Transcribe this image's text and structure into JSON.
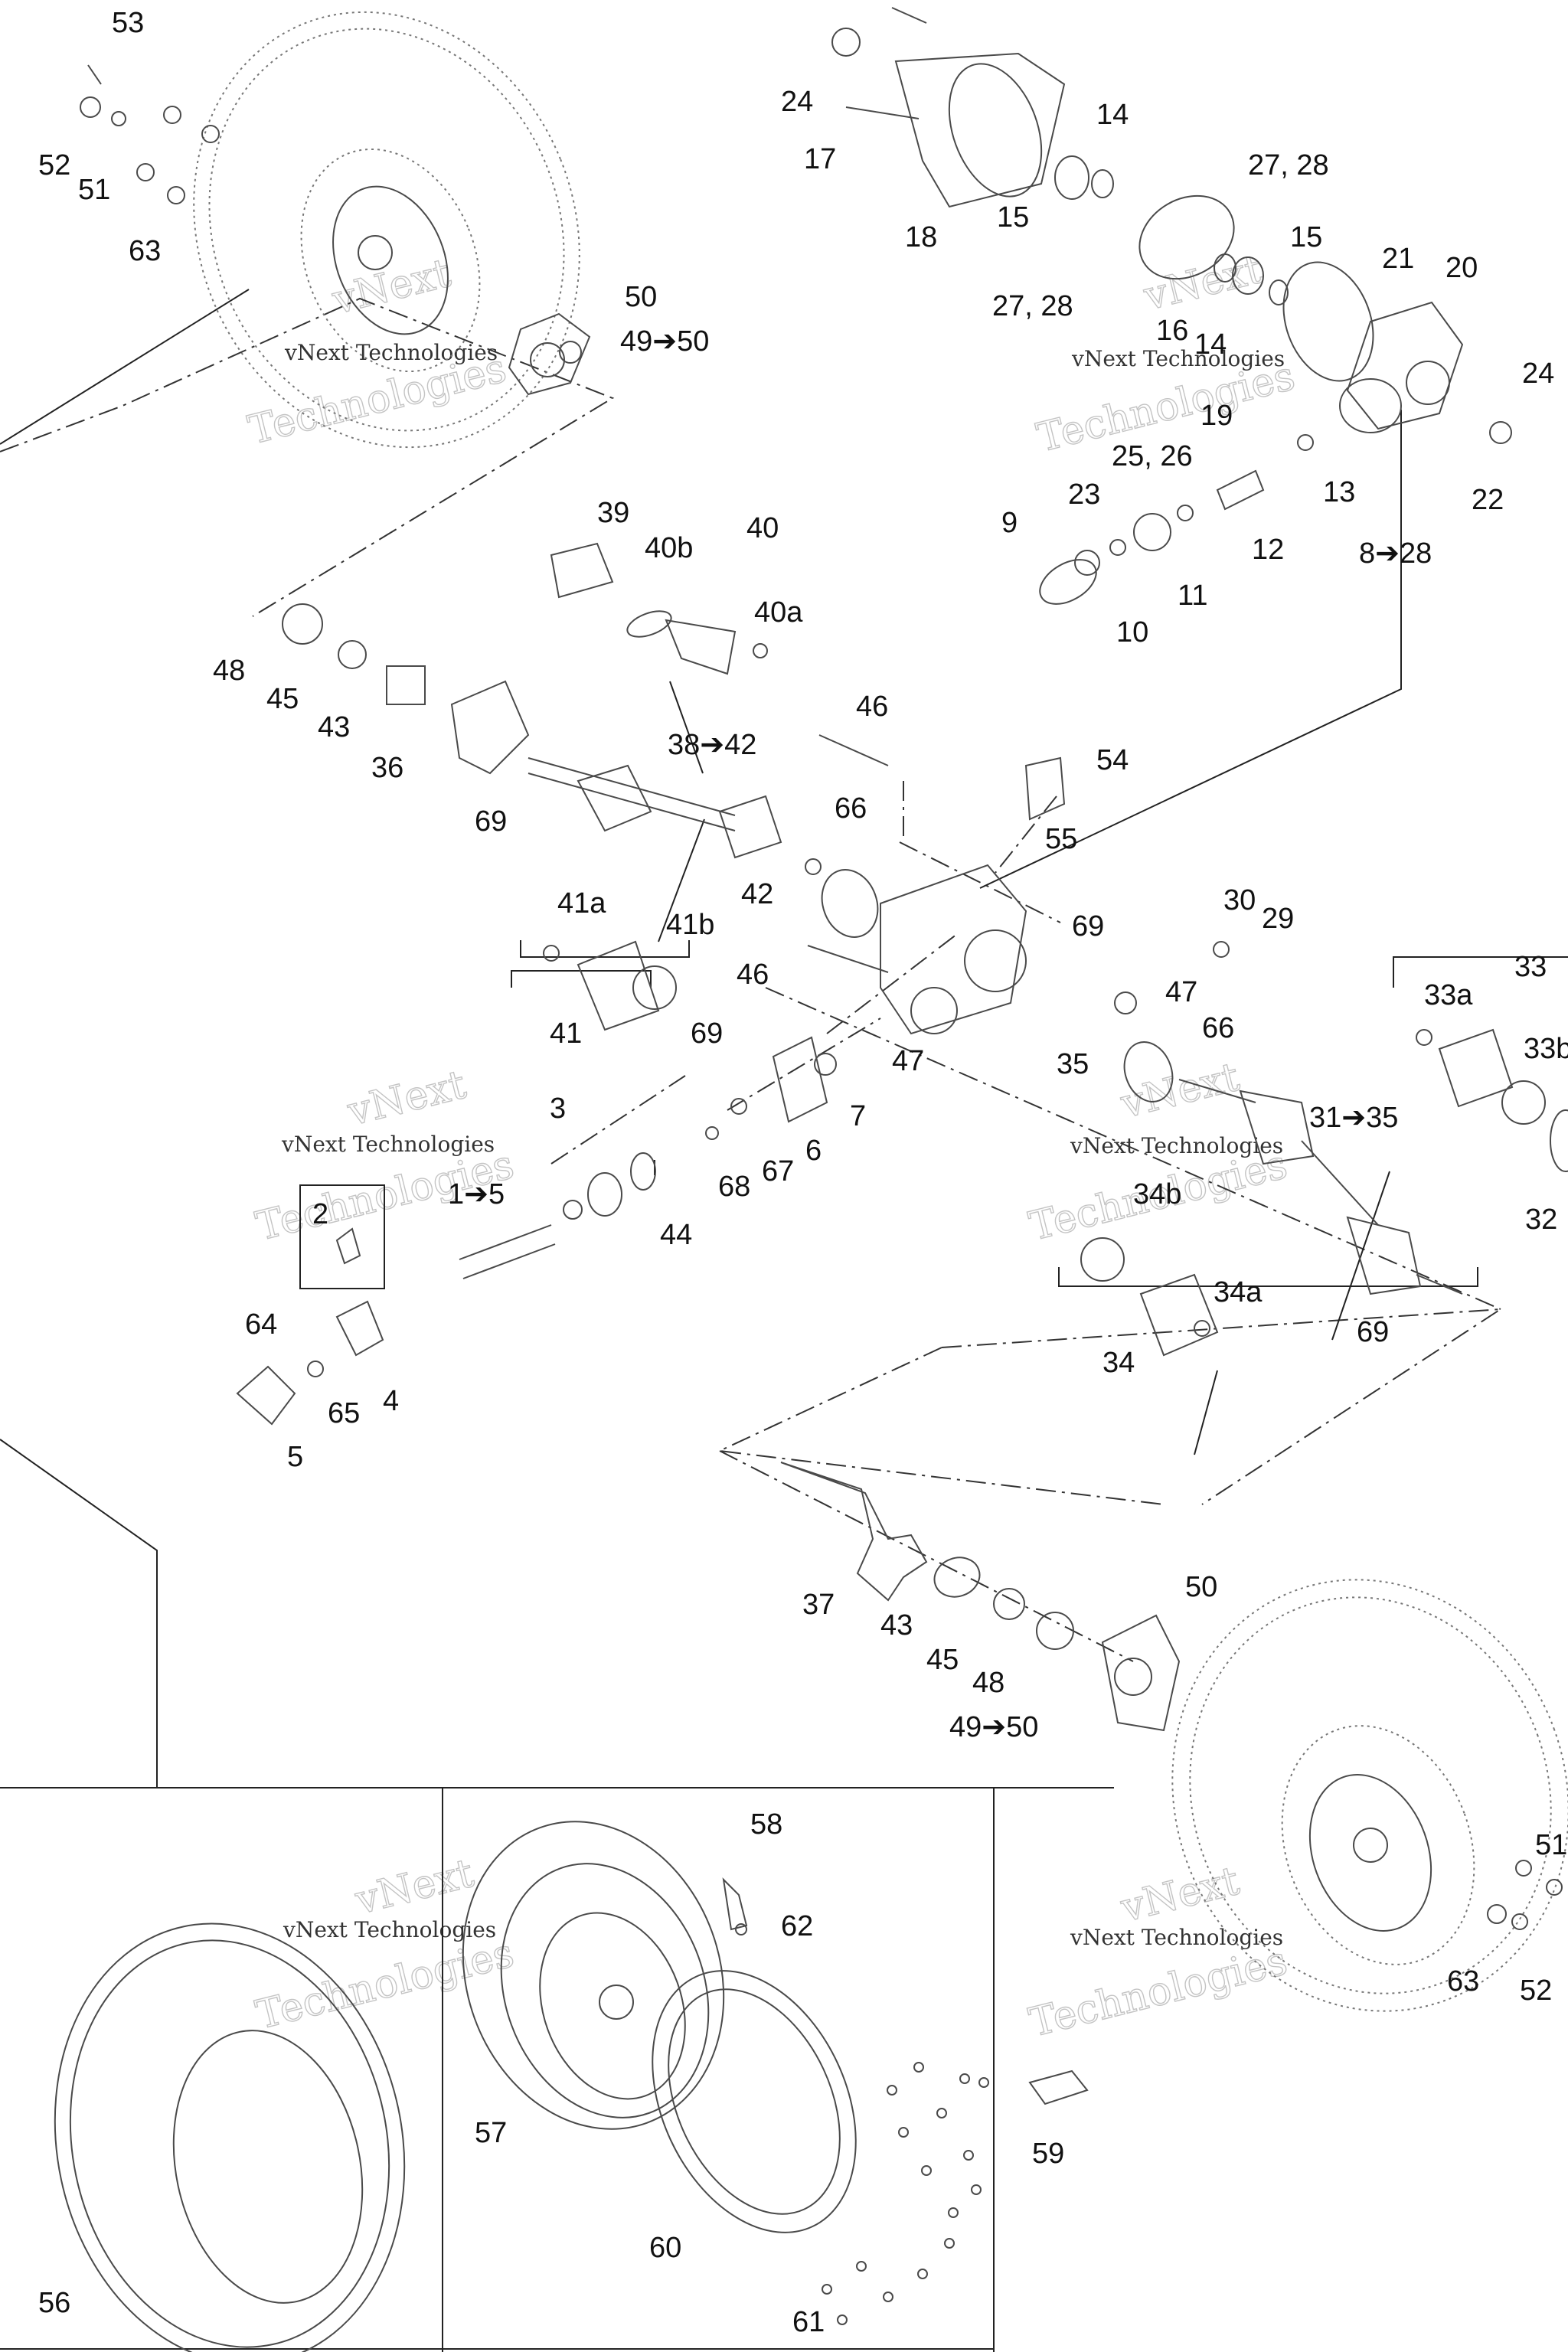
{
  "watermark": {
    "brand": "vNext",
    "company": "vNext Technologies",
    "outline": "Technologies"
  },
  "callouts": [
    {
      "id": "53",
      "text": "53"
    },
    {
      "id": "52",
      "text": "52"
    },
    {
      "id": "51",
      "text": "51"
    },
    {
      "id": "63",
      "text": "63"
    },
    {
      "id": "50",
      "text": "50"
    },
    {
      "id": "49-50",
      "text": "49➔50"
    },
    {
      "id": "24",
      "text": "24"
    },
    {
      "id": "17",
      "text": "17"
    },
    {
      "id": "18",
      "text": "18"
    },
    {
      "id": "14",
      "text": "14"
    },
    {
      "id": "15",
      "text": "15"
    },
    {
      "id": "27-28-a",
      "text": "27, 28"
    },
    {
      "id": "27-28-b",
      "text": "27, 28"
    },
    {
      "id": "15-b",
      "text": "15"
    },
    {
      "id": "16",
      "text": "16"
    },
    {
      "id": "14-b",
      "text": "14"
    },
    {
      "id": "21",
      "text": "21"
    },
    {
      "id": "20",
      "text": "20"
    },
    {
      "id": "19",
      "text": "19"
    },
    {
      "id": "24-b",
      "text": "24"
    },
    {
      "id": "25-26",
      "text": "25, 26"
    },
    {
      "id": "23",
      "text": "23"
    },
    {
      "id": "13",
      "text": "13"
    },
    {
      "id": "22",
      "text": "22"
    },
    {
      "id": "9",
      "text": "9"
    },
    {
      "id": "12",
      "text": "12"
    },
    {
      "id": "11",
      "text": "11"
    },
    {
      "id": "10",
      "text": "10"
    },
    {
      "id": "8-28",
      "text": "8➔28"
    },
    {
      "id": "39",
      "text": "39"
    },
    {
      "id": "40b",
      "text": "40b"
    },
    {
      "id": "40",
      "text": "40"
    },
    {
      "id": "40a",
      "text": "40a"
    },
    {
      "id": "48",
      "text": "48"
    },
    {
      "id": "45",
      "text": "45"
    },
    {
      "id": "43",
      "text": "43"
    },
    {
      "id": "36",
      "text": "36"
    },
    {
      "id": "69-a",
      "text": "69"
    },
    {
      "id": "38-42",
      "text": "38➔42"
    },
    {
      "id": "46",
      "text": "46"
    },
    {
      "id": "54",
      "text": "54"
    },
    {
      "id": "66",
      "text": "66"
    },
    {
      "id": "55",
      "text": "55"
    },
    {
      "id": "42",
      "text": "42"
    },
    {
      "id": "41a",
      "text": "41a"
    },
    {
      "id": "41b",
      "text": "41b"
    },
    {
      "id": "69-b",
      "text": "69"
    },
    {
      "id": "30",
      "text": "30"
    },
    {
      "id": "29",
      "text": "29"
    },
    {
      "id": "46-b",
      "text": "46"
    },
    {
      "id": "47",
      "text": "47"
    },
    {
      "id": "41",
      "text": "41"
    },
    {
      "id": "69-c",
      "text": "69"
    },
    {
      "id": "66-b",
      "text": "66"
    },
    {
      "id": "33",
      "text": "33"
    },
    {
      "id": "33a",
      "text": "33a"
    },
    {
      "id": "33b",
      "text": "33b"
    },
    {
      "id": "47-b",
      "text": "47"
    },
    {
      "id": "35",
      "text": "35"
    },
    {
      "id": "7",
      "text": "7"
    },
    {
      "id": "3",
      "text": "3"
    },
    {
      "id": "6",
      "text": "6"
    },
    {
      "id": "67",
      "text": "67"
    },
    {
      "id": "68",
      "text": "68"
    },
    {
      "id": "31-35",
      "text": "31➔35"
    },
    {
      "id": "1-5",
      "text": "1➔5"
    },
    {
      "id": "44",
      "text": "44"
    },
    {
      "id": "34b",
      "text": "34b"
    },
    {
      "id": "32",
      "text": "32"
    },
    {
      "id": "2",
      "text": "2"
    },
    {
      "id": "64",
      "text": "64"
    },
    {
      "id": "65",
      "text": "65"
    },
    {
      "id": "4",
      "text": "4"
    },
    {
      "id": "5",
      "text": "5"
    },
    {
      "id": "34a",
      "text": "34a"
    },
    {
      "id": "34",
      "text": "34"
    },
    {
      "id": "69-d",
      "text": "69"
    },
    {
      "id": "50-b",
      "text": "50"
    },
    {
      "id": "37",
      "text": "37"
    },
    {
      "id": "43-b",
      "text": "43"
    },
    {
      "id": "45-b",
      "text": "45"
    },
    {
      "id": "48-b",
      "text": "48"
    },
    {
      "id": "49-50-b",
      "text": "49➔50"
    },
    {
      "id": "58",
      "text": "58"
    },
    {
      "id": "62",
      "text": "62"
    },
    {
      "id": "51-b",
      "text": "51"
    },
    {
      "id": "63-b",
      "text": "63"
    },
    {
      "id": "52-b",
      "text": "52"
    },
    {
      "id": "57",
      "text": "57"
    },
    {
      "id": "59",
      "text": "59"
    },
    {
      "id": "60",
      "text": "60"
    },
    {
      "id": "56",
      "text": "56"
    },
    {
      "id": "61",
      "text": "61"
    }
  ]
}
